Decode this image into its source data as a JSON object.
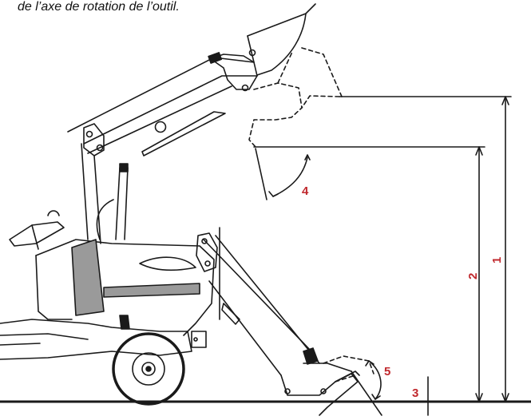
{
  "caption": "de l’axe de rotation de l’outil.",
  "labels": {
    "l1": "1",
    "l2": "2",
    "l3": "3",
    "l4": "4",
    "l5": "5"
  },
  "colors": {
    "label": "#c0282d",
    "line": "#1a1a1a",
    "shade": "#9a9a9a"
  }
}
